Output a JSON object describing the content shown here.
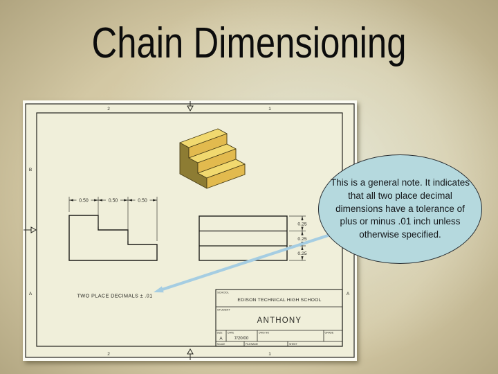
{
  "slide": {
    "title": "Chain Dimensioning"
  },
  "callout": {
    "text": "This is a general note. It indicates that all two place decimal dimensions have a tolerance of plus or minus .01 inch unless otherwise specified."
  },
  "sheet": {
    "zones": {
      "top": [
        "2",
        "1"
      ],
      "bottom": [
        "2",
        "1"
      ],
      "left": [
        "B",
        "A"
      ],
      "right": [
        "A"
      ]
    },
    "front_dims": [
      "0.50",
      "0.50",
      "0.50"
    ],
    "side_dims": [
      "0.25",
      "0.25",
      "0.25"
    ],
    "general_note": "TWO PLACE DECIMALS ± .01",
    "title_block": {
      "school_label": "SCHOOL",
      "school_name": "EDISON TECHNICAL HIGH SCHOOL",
      "student_label": "STUDENT",
      "student_name": "ANTHONY",
      "size_label": "SIZE",
      "size_value": "A",
      "date_label": "DATE",
      "date_value": "7/20/00",
      "dwg_label": "DWG NO",
      "grade_label": "GRADE",
      "scale_label": "SCALE",
      "filename_label": "FILENAME",
      "sheet_label": "SHEET"
    },
    "colors": {
      "paper": "#f0efda",
      "callout_fill": "#b5d9de",
      "callout_stroke": "#262c31",
      "arrow": "#a5cde2",
      "stair_top": "#f1d96f",
      "stair_front": "#e2ba4e",
      "stair_end": "#cda23e",
      "stair_side": "#8d7c33"
    }
  }
}
